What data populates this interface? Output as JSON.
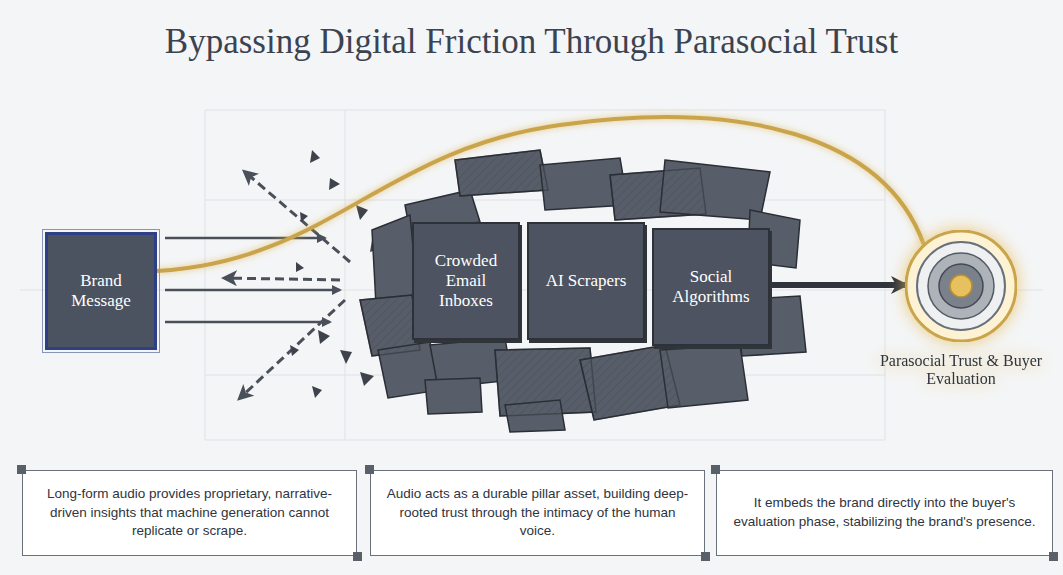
{
  "diagram": {
    "title": "Bypassing Digital Friction Through Parasocial Trust",
    "nodes": [
      {
        "text": [
          "Brand Message"
        ]
      },
      {
        "text": [
          "Crowded Email Inboxes"
        ]
      },
      {
        "text": [
          "AI Scrapers"
        ]
      },
      {
        "text": [
          "Social Algorithms"
        ]
      },
      {
        "text": [
          "Parasocial Trust & Buyer Evaluation"
        ]
      },
      {
        "text": [
          "Long-form audio provides proprietary, narrative-driven insights that machine generation cannot replicate or scrape."
        ]
      },
      {
        "text": [
          "Audio acts as a durable pillar asset, building deep-rooted trust through the intimacy of the human voice."
        ]
      },
      {
        "text": [
          "It embeds the brand directly into the buyer's evaluation phase, stabilizing the brand's presence."
        ]
      }
    ],
    "edges": [
      {
        "from": 0,
        "to": 4,
        "arrow": "none"
      },
      {
        "from": 3,
        "to": 4,
        "arrow": "to"
      }
    ]
  }
}
